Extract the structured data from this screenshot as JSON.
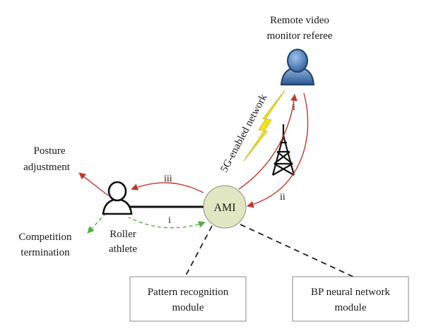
{
  "nodes": {
    "referee": [
      "Remote video",
      "monitor referee"
    ],
    "network": "5G-enabled network",
    "ami": "AMI",
    "athlete": [
      "Roller",
      "athlete"
    ],
    "posture": [
      "Posture",
      "adjustment"
    ],
    "termination": [
      "Competition",
      "termination"
    ],
    "pattern_module": [
      "Pattern recognition",
      "module"
    ],
    "bp_module": [
      "BP neural network",
      "module"
    ]
  },
  "edge_labels": {
    "ami_to_referee": "i",
    "tower_to_ami": "ii",
    "ami_to_athlete": "iii",
    "athlete_to_ami": "i"
  },
  "colors": {
    "red_flow": "#c0392b",
    "green_flow": "#5aaa4a",
    "ami_fill": "#e2e7c3",
    "referee_icon": "#4a78b5",
    "lightning": "#f5e21a"
  }
}
